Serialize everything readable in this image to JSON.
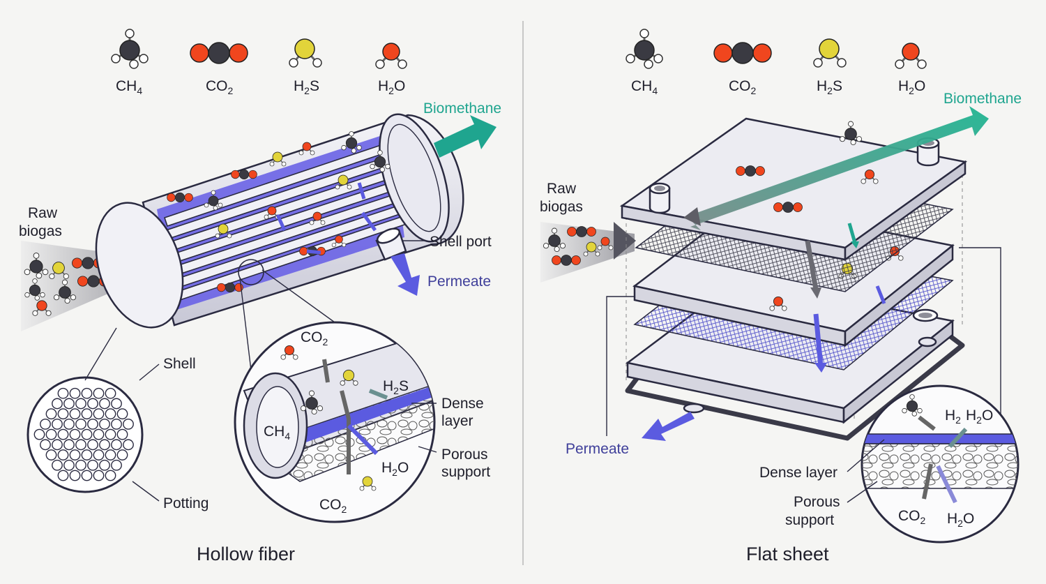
{
  "molecules_left": {
    "ch4": "CH",
    "co2": "CO",
    "h2s": "H",
    "h2o": "H",
    "sub4": "4",
    "sub2": "2",
    "subs": "S",
    "subo": "O"
  },
  "left": {
    "biomethane": "Biomethane",
    "raw": "Raw",
    "biogas": "biogas",
    "shell_port": "Shell port",
    "permeate": "Permeate",
    "shell": "Shell",
    "potting": "Potting",
    "dense": "Dense",
    "layer": "layer",
    "porous": "Porous",
    "support": "support",
    "co2": "CO",
    "h2s": "H",
    "ch4": "CH",
    "h2o": "H",
    "title": "Hollow fiber"
  },
  "right": {
    "biomethane": "Biomethane",
    "raw": "Raw",
    "biogas": "biogas",
    "permeate": "Permeate",
    "dense_layer": "Dense layer",
    "porous": "Porous",
    "support": "support",
    "h2": "H",
    "h2o": "H",
    "co2": "CO",
    "title": "Flat sheet"
  },
  "colors": {
    "teal": "#1fa58f",
    "purple": "#5b5be0",
    "carbon": "#3a3a42",
    "oxygen": "#f0461e",
    "sulfur": "#e2d43a",
    "hydrogen": "#ffffff",
    "shell_fill": "#e9e9f1",
    "inner_fill": "#6a63e6"
  },
  "icons": [
    "methane-molecule-icon",
    "carbon-dioxide-molecule-icon",
    "hydrogen-sulfide-molecule-icon",
    "water-molecule-icon"
  ]
}
